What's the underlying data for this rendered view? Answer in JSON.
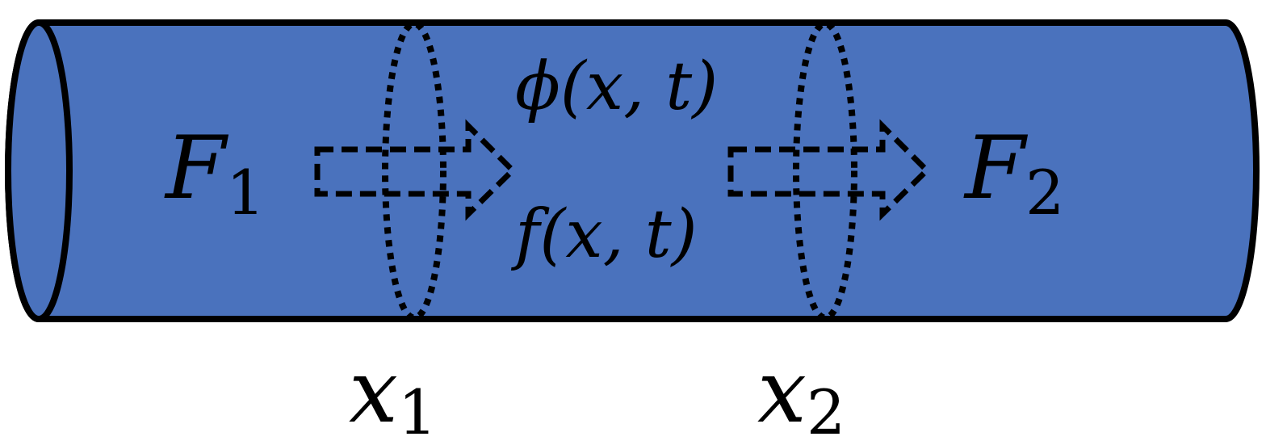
{
  "colors": {
    "tube_fill": "#4a72bd",
    "outline": "#000000",
    "background": "#ffffff"
  },
  "labels": {
    "flux_in": {
      "base": "F",
      "sub": "1"
    },
    "flux_out": {
      "base": "F",
      "sub": "2"
    },
    "density": "ϕ(x, t)",
    "source": "f(x, t)",
    "position_1": {
      "base": "x",
      "sub": "1"
    },
    "position_2": {
      "base": "x",
      "sub": "2"
    }
  }
}
